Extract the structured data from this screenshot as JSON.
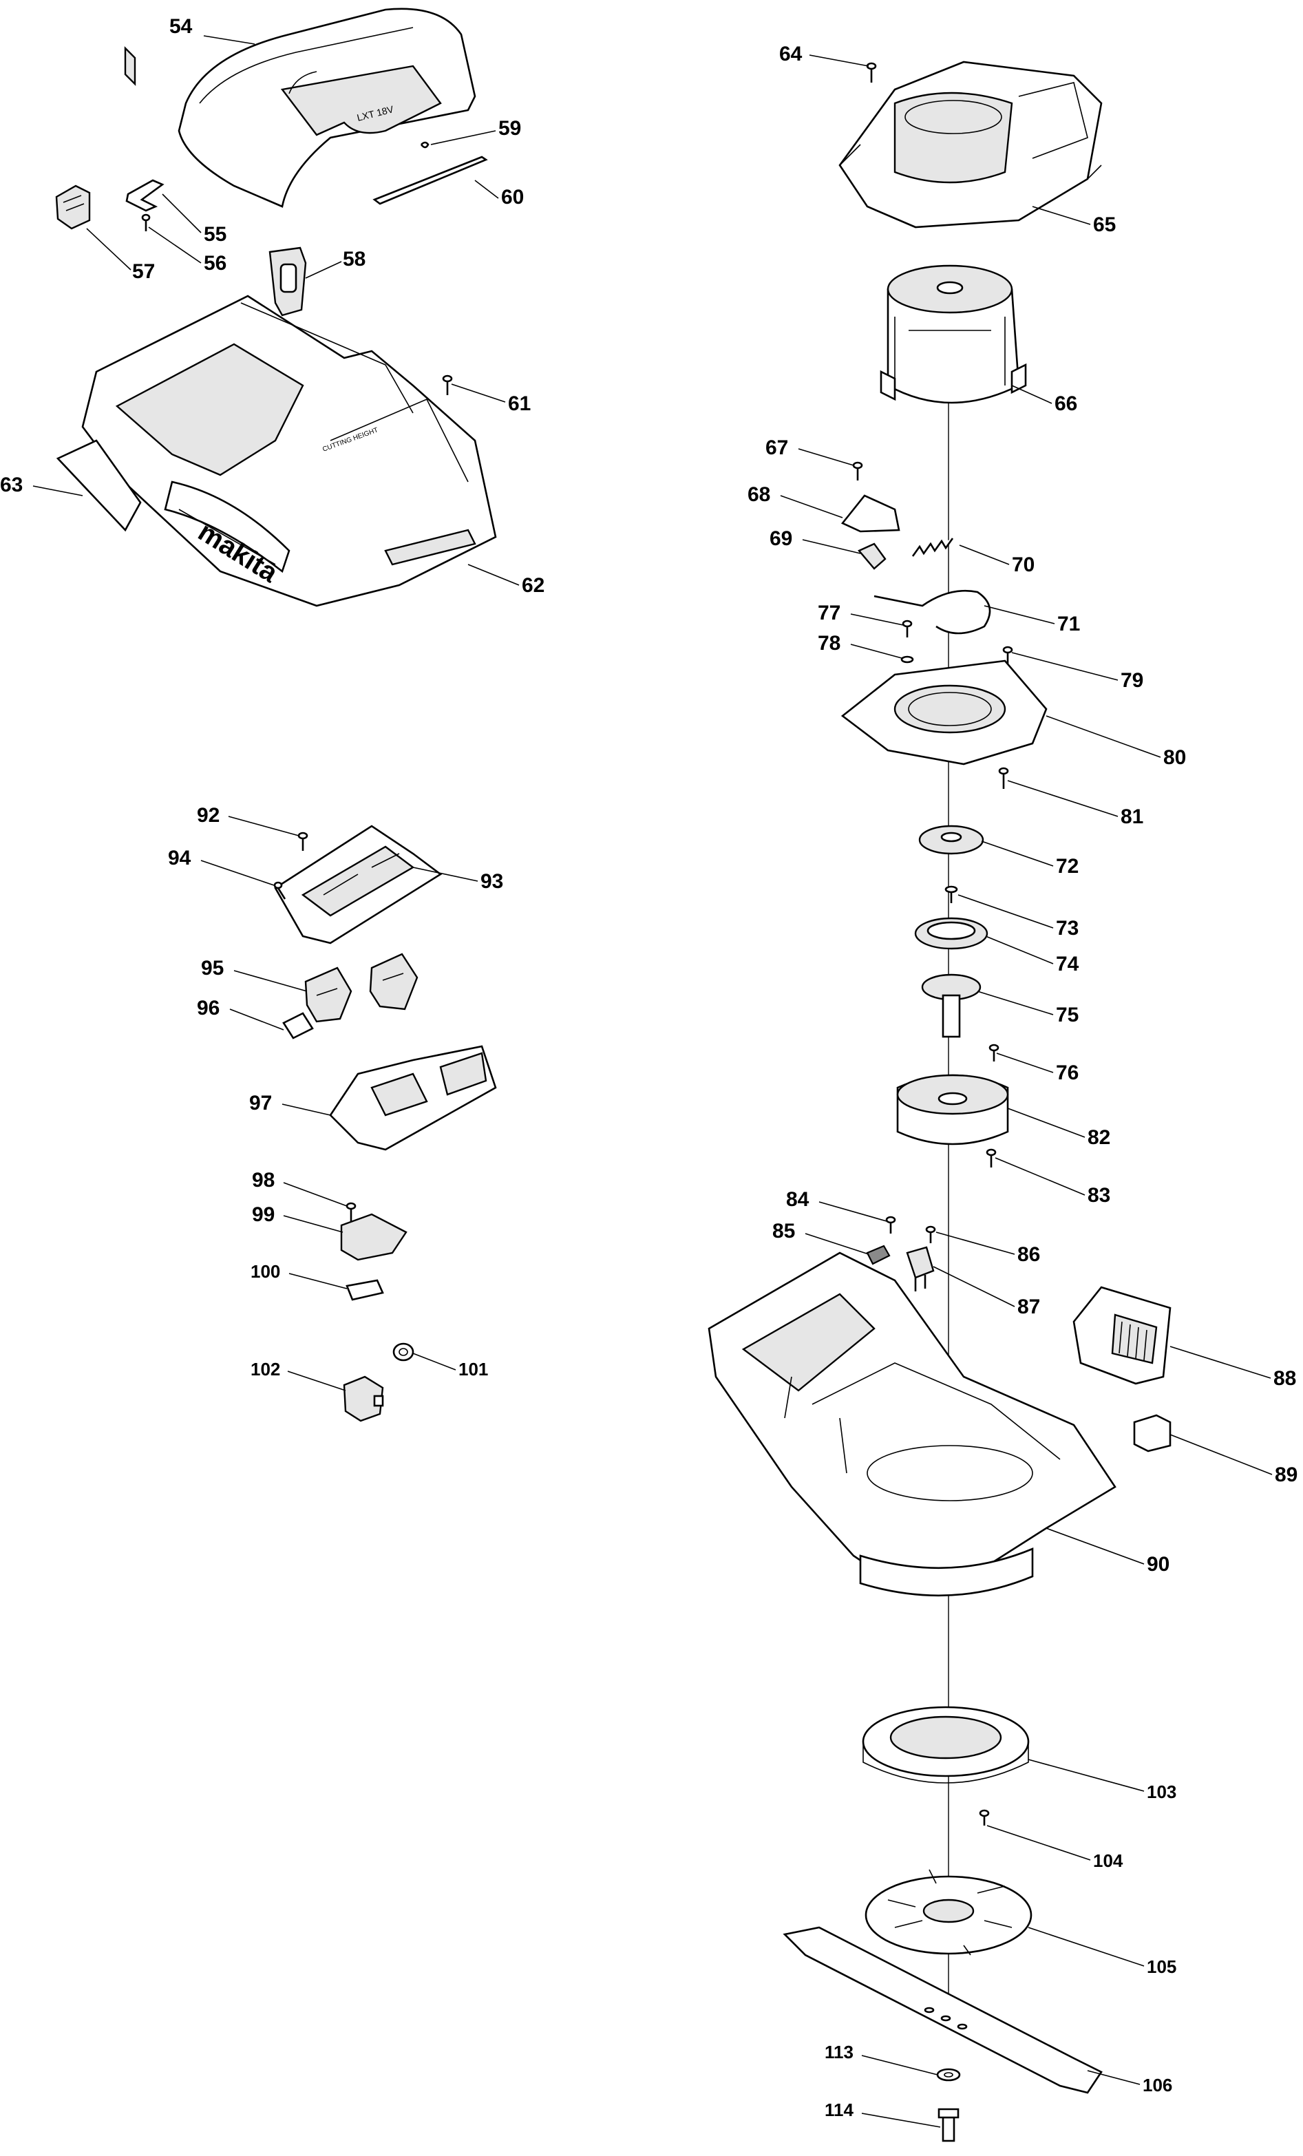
{
  "diagram": {
    "callouts": [
      {
        "id": "54",
        "label": "54"
      },
      {
        "id": "55",
        "label": "55"
      },
      {
        "id": "56",
        "label": "56"
      },
      {
        "id": "57",
        "label": "57"
      },
      {
        "id": "58",
        "label": "58"
      },
      {
        "id": "59",
        "label": "59"
      },
      {
        "id": "60",
        "label": "60"
      },
      {
        "id": "61",
        "label": "61"
      },
      {
        "id": "62",
        "label": "62"
      },
      {
        "id": "63",
        "label": "63"
      },
      {
        "id": "64",
        "label": "64"
      },
      {
        "id": "65",
        "label": "65"
      },
      {
        "id": "66",
        "label": "66"
      },
      {
        "id": "67",
        "label": "67"
      },
      {
        "id": "68",
        "label": "68"
      },
      {
        "id": "69",
        "label": "69"
      },
      {
        "id": "70",
        "label": "70"
      },
      {
        "id": "71",
        "label": "71"
      },
      {
        "id": "72",
        "label": "72"
      },
      {
        "id": "73",
        "label": "73"
      },
      {
        "id": "74",
        "label": "74"
      },
      {
        "id": "75",
        "label": "75"
      },
      {
        "id": "76",
        "label": "76"
      },
      {
        "id": "77",
        "label": "77"
      },
      {
        "id": "78",
        "label": "78"
      },
      {
        "id": "79",
        "label": "79"
      },
      {
        "id": "80",
        "label": "80"
      },
      {
        "id": "81",
        "label": "81"
      },
      {
        "id": "82",
        "label": "82"
      },
      {
        "id": "83",
        "label": "83"
      },
      {
        "id": "84",
        "label": "84"
      },
      {
        "id": "85",
        "label": "85"
      },
      {
        "id": "86",
        "label": "86"
      },
      {
        "id": "87",
        "label": "87"
      },
      {
        "id": "88",
        "label": "88"
      },
      {
        "id": "89",
        "label": "89"
      },
      {
        "id": "90",
        "label": "90"
      },
      {
        "id": "92",
        "label": "92"
      },
      {
        "id": "93",
        "label": "93"
      },
      {
        "id": "94",
        "label": "94"
      },
      {
        "id": "95",
        "label": "95"
      },
      {
        "id": "96",
        "label": "96"
      },
      {
        "id": "97",
        "label": "97"
      },
      {
        "id": "98",
        "label": "98"
      },
      {
        "id": "99",
        "label": "99"
      },
      {
        "id": "100",
        "label": "100"
      },
      {
        "id": "101",
        "label": "101"
      },
      {
        "id": "102",
        "label": "102"
      },
      {
        "id": "103",
        "label": "103"
      },
      {
        "id": "104",
        "label": "104"
      },
      {
        "id": "105",
        "label": "105"
      },
      {
        "id": "106",
        "label": "106"
      },
      {
        "id": "113",
        "label": "113"
      },
      {
        "id": "114",
        "label": "114"
      }
    ],
    "brand_logo": "makita",
    "part_markings": {
      "cover_marking": "LXT 18V",
      "shroud_marking": "CUTTING HEIGHT"
    }
  }
}
